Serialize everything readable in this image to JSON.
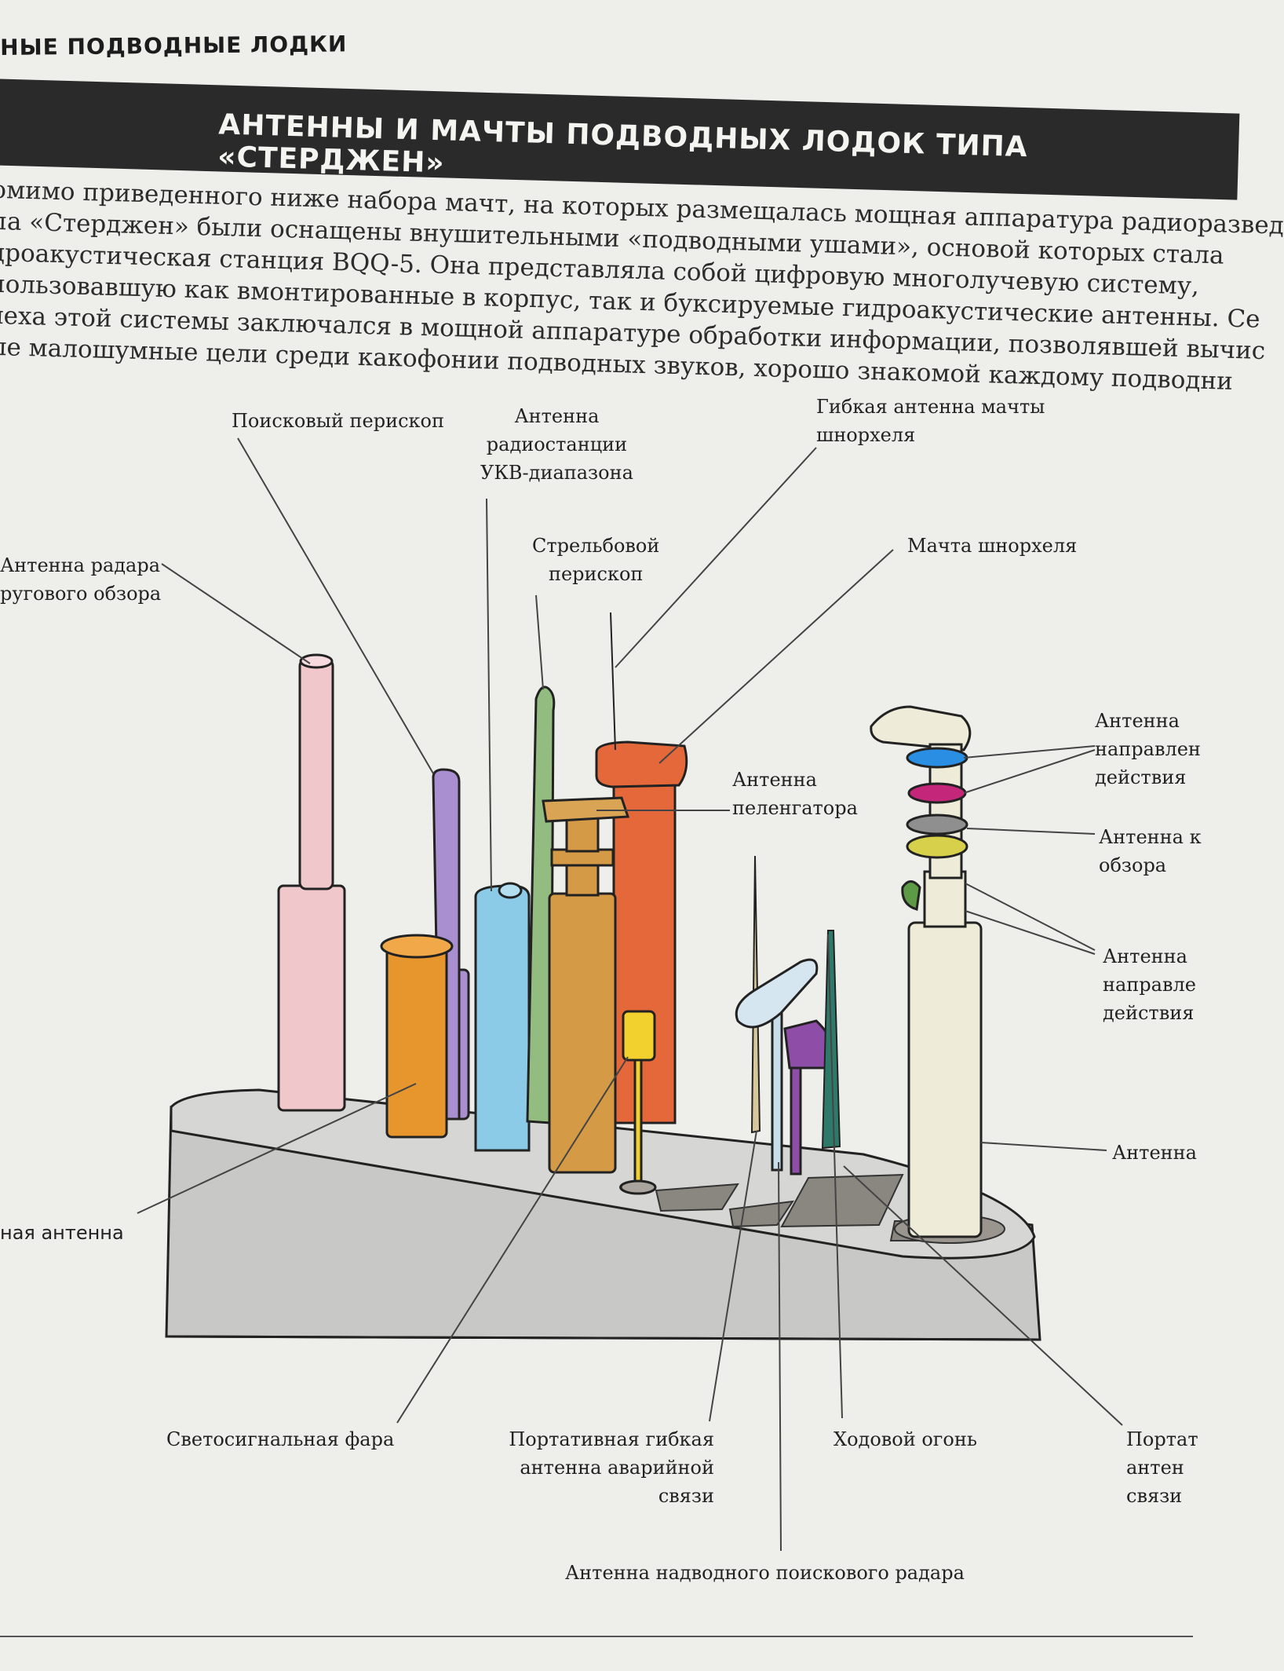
{
  "running_head": "НЫЕ ПОДВОДНЫЕ ЛОДКИ",
  "title": "АНТЕННЫ И МАЧТЫ ПОДВОДНЫХ ЛОДОК ТИПА «СТЕРДЖЕН»",
  "intro_lines": [
    "омимо приведенного ниже набора мачт, на которых размещалась мощная аппаратура радиоразвед",
    "па «Стерджен» были оснащены внушительными «подводными ушами», основой которых стала",
    "дроакустическая станция BQQ-5. Она представляла собой цифровую многолучевую систему,",
    "пользовавшую как вмонтированные в корпус, так и буксируемые гидроакустические антенны. Се",
    "леха этой системы заключался в мощной аппаратуре обработки информации, позволявшей вычис",
    "ые малошумные цели среди какофонии подводных звуков, хорошо знакомой каждому подводни"
  ],
  "labels": {
    "search_periscope": "Поисковый перископ",
    "vhf_antenna": "Антенна\nрадиостанции\nУКВ-диапазона",
    "snorkel_flex_antenna": "Гибкая антенна мачты\nшнорхеля",
    "attack_periscope": "Стрельбовой\nперископ",
    "snorkel_mast": "Мачта шнорхеля",
    "radar_antenna": "Антенна радара\nругового обзора",
    "direction_finder": "Антенна\nпеленгатора",
    "directional_1": "Антенна\nнаправлен\nдействия",
    "allround_antenna": "Антенна к\nобзора",
    "directional_2": "Антенна\nнаправле\nдействия",
    "antenna_right": "Антенна",
    "left_antenna": "ная антенна",
    "signal_light": "Светосигнальная фара",
    "portable_emergency": "Портативная гибкая\nантенна аварийной\nсвязи",
    "running_light": "Ходовой огонь",
    "portable_right": "Портат\nантен\nсвязи",
    "surface_radar": "Антенна надводного поискового радара"
  },
  "colors": {
    "radar_mast": "#f0c8cc",
    "search_periscope": "#a98fd0",
    "signal_light_small": "#e7962e",
    "vhf_mast": "#8ccbe8",
    "attack_periscope": "#93bd80",
    "direction_finder": "#d49a45",
    "snorkel": "#e4683a",
    "hull_top": "#d4d4d2",
    "hull_side": "#c2c2c0",
    "right_mast": "#eeecd9",
    "ring_blue": "#2a8fe3",
    "ring_magenta": "#c4267a",
    "ring_grey": "#8f8f8f",
    "ring_yellow": "#d6d04a",
    "yellow_light": "#f2d12e",
    "purple_light": "#8e4da6",
    "teal_light": "#2e7a6a"
  }
}
